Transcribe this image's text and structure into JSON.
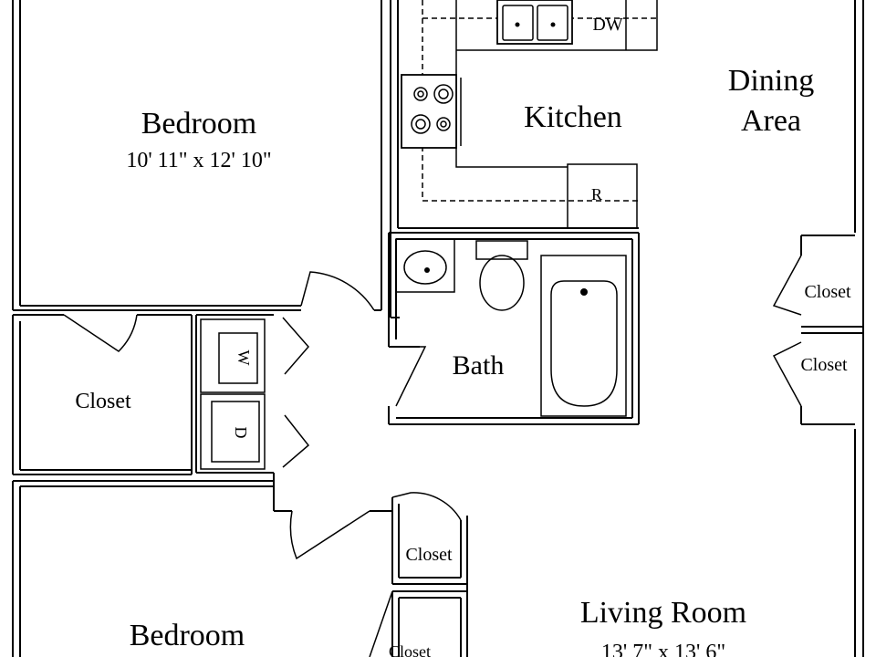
{
  "rooms": {
    "bedroom_top": {
      "name": "Bedroom",
      "size": "10' 11\" x 12' 10\""
    },
    "kitchen": {
      "name": "Kitchen"
    },
    "dining": {
      "line1": "Dining",
      "line2": "Area"
    },
    "bath": {
      "name": "Bath"
    },
    "closet_left": {
      "name": "Closet"
    },
    "closet_right_top": {
      "name": "Closet"
    },
    "closet_right_bottom": {
      "name": "Closet"
    },
    "closet_mid_top": {
      "name": "Closet"
    },
    "closet_mid_bottom": {
      "name": "Closet"
    },
    "bedroom_bottom": {
      "name": "Bedroom"
    },
    "living": {
      "name": "Living Room",
      "size": "13' 7\" x 13' 6\""
    }
  },
  "fixtures": {
    "dishwasher": "DW",
    "refrigerator": "R",
    "washer": "W",
    "dryer": "D"
  }
}
